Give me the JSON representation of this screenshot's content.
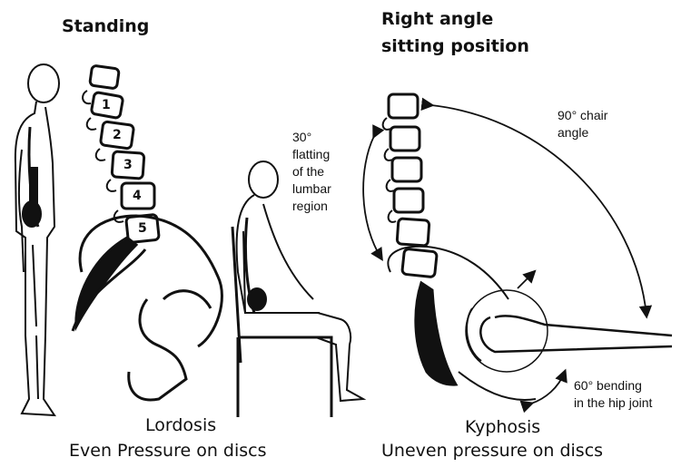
{
  "left_panel": {
    "title": "Standing",
    "caption_top": "Lordosis",
    "caption_bottom": "Even Pressure on discs",
    "vertebra_numbers": [
      "1",
      "2",
      "3",
      "4",
      "5"
    ]
  },
  "right_panel": {
    "title_line1": "Right angle",
    "title_line2": "sitting position",
    "caption_top": "Kyphosis",
    "caption_bottom": "Uneven pressure on discs"
  },
  "annotations": {
    "lumbar": [
      "30°",
      "flatting",
      "of the",
      "lumbar",
      "region"
    ],
    "chair_angle": [
      "90° chair",
      "angle"
    ],
    "hip_bending": [
      "60° bending",
      "in the hip joint"
    ]
  },
  "colors": {
    "ink": "#111111",
    "background": "#ffffff"
  }
}
